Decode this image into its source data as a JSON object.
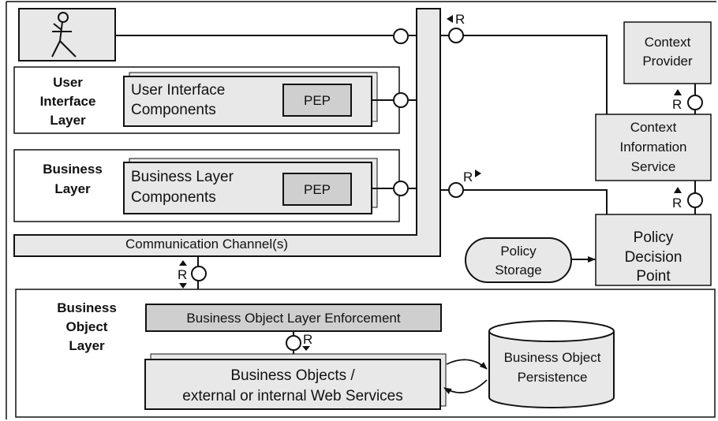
{
  "user_interface_layer": {
    "layer_label": [
      "User",
      "Interface",
      "Layer"
    ],
    "components_label": [
      "User Interface",
      "Components"
    ],
    "pep_label": "PEP"
  },
  "business_layer": {
    "layer_label": [
      "Business",
      "Layer"
    ],
    "components_label": [
      "Business Layer",
      "Components"
    ],
    "pep_label": "PEP"
  },
  "communication_channel": "Communication Channel(s)",
  "business_object_layer": {
    "layer_label": [
      "Business",
      "Object",
      "Layer"
    ],
    "enforcement_label": "Business Object Layer Enforcement",
    "objects_label": [
      "Business Objects /",
      "external or internal Web Services"
    ],
    "persistence_label": [
      "Business Object",
      "Persistence"
    ]
  },
  "context_provider": [
    "Context",
    "Provider"
  ],
  "context_information_service": [
    "Context",
    "Information",
    "Service"
  ],
  "policy_decision_point": [
    "Policy",
    "Decision",
    "Point"
  ],
  "policy_storage": [
    "Policy",
    "Storage"
  ],
  "request_marker": "R",
  "colors": {
    "box_fill": "#e8e8e8",
    "pep_fill": "#cfcfcf",
    "stroke": "#111111",
    "background": "#ffffff"
  }
}
